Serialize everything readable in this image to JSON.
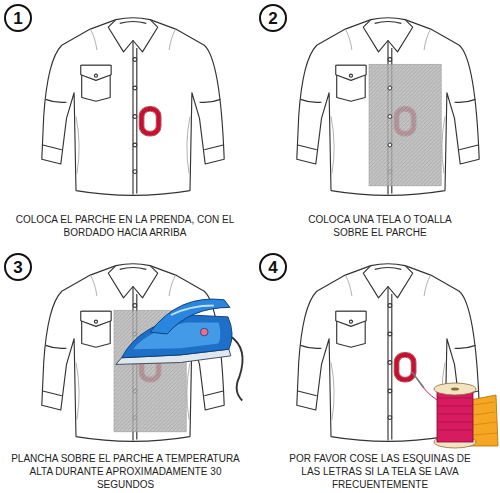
{
  "diagram": {
    "nodes": [
      {
        "text": [
          "1"
        ]
      },
      {
        "text": [
          "2"
        ]
      },
      {
        "text": [
          "3"
        ]
      },
      {
        "text": [
          "4"
        ]
      }
    ],
    "labels": [
      "COLOCA EL PARCHE EN LA PRENDA, CON EL BORDADO HACIA ARRIBA",
      "COLOCA UNA TELA O TOALLA SOBRE EL PARCHE",
      "PLANCHA SOBRE EL PARCHE A TEMPERATURA ALTA DURANTE APROXIMADAMENTE 30 SEGUNDOS",
      "POR FAVOR COSE LAS ESQUINAS DE LAS LETRAS SI LA TELA SE LAVA FRECUENTEMENTE"
    ]
  }
}
